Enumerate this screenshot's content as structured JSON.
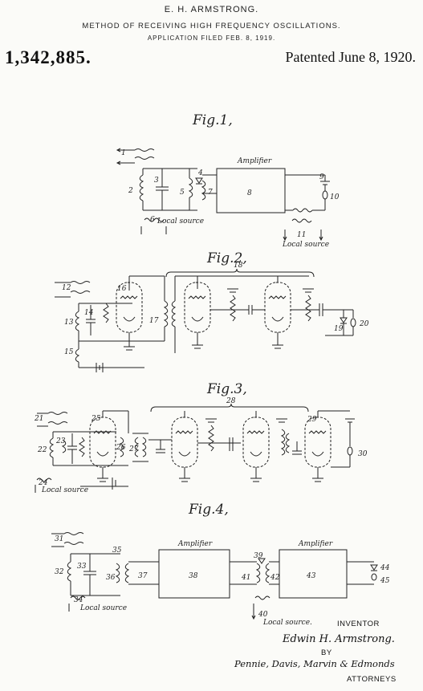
{
  "header": {
    "inventor": "E. H. ARMSTRONG.",
    "title": "METHOD OF RECEIVING HIGH FREQUENCY OSCILLATIONS.",
    "filed": "APPLICATION FILED FEB. 8, 1919.",
    "patent_number": "1,342,885.",
    "patent_date": "Patented June 8, 1920."
  },
  "figures": {
    "fig1": {
      "title": "Fig.1,",
      "block_label": "Amplifier",
      "local_source_a": "Local source",
      "local_source_b": "Local source",
      "refs": [
        "1",
        "2",
        "3",
        "4",
        "5",
        "6",
        "7",
        "8",
        "9",
        "10",
        "11"
      ]
    },
    "fig2": {
      "title": "Fig.2,",
      "refs": [
        "12",
        "13",
        "14",
        "15",
        "16",
        "17",
        "18",
        "19",
        "20"
      ]
    },
    "fig3": {
      "title": "Fig.3,",
      "local_source": "Local source",
      "refs": [
        "21",
        "22",
        "23",
        "24",
        "25",
        "26",
        "27",
        "28",
        "29",
        "30"
      ]
    },
    "fig4": {
      "title": "Fig.4,",
      "block_label_a": "Amplifier",
      "block_label_b": "Amplifier",
      "local_source_a": "Local source",
      "local_source_b": "Local source.",
      "refs": [
        "31",
        "32",
        "33",
        "34",
        "35",
        "36",
        "37",
        "38",
        "39",
        "40",
        "41",
        "42",
        "43",
        "44",
        "45"
      ]
    }
  },
  "signatures": {
    "inventor_label": "INVENTOR",
    "inventor_name": "Edwin H. Armstrong.",
    "by": "BY",
    "attorneys_name": "Pennie, Davis, Marvin & Edmonds",
    "attorneys_label": "ATTORNEYS"
  }
}
